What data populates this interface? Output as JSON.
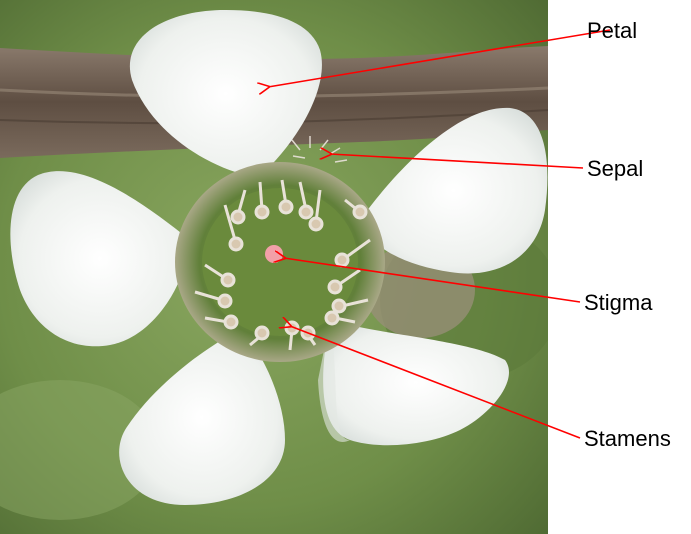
{
  "figure": {
    "labels": {
      "petal": "Petal",
      "sepal": "Sepal",
      "stigma": "Stigma",
      "stamens": "Stamens"
    },
    "colors": {
      "arrow": "#ff0000",
      "petal": "#f3f5f3",
      "flower_center": "#6e8a3a",
      "stigma_dot": "#f2a0a8",
      "branch": "#6b5a4c",
      "background": "#7f9a55"
    },
    "icons": {
      "photo": "flower-photo",
      "arrow": "arrow-icon"
    }
  }
}
